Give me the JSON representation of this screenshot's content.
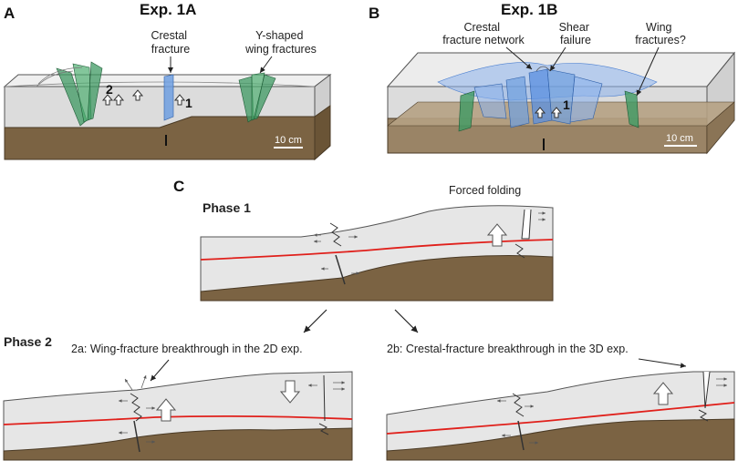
{
  "panels": {
    "a": {
      "letter": "A",
      "title": "Exp. 1A",
      "crestal_label": [
        "Crestal",
        "fracture"
      ],
      "wing_label": [
        "Y-shaped",
        "wing fractures"
      ],
      "num_1": "1",
      "num_2": "2",
      "scale": "10 cm"
    },
    "b": {
      "letter": "B",
      "title": "Exp. 1B",
      "network_label": [
        "Crestal",
        "fracture network"
      ],
      "shear_label": [
        "Shear",
        "failure"
      ],
      "wing_label": [
        "Wing",
        "fractures?"
      ],
      "num_1": "1",
      "scale": "10 cm"
    },
    "c": {
      "letter": "C",
      "phase1": "Phase 1",
      "forced_folding": "Forced folding",
      "phase2": "Phase 2",
      "label_2a": "2a: Wing-fracture breakthrough in the 2D exp.",
      "label_2b": "2b: Crestal-fracture breakthrough in the 3D exp."
    }
  },
  "colors": {
    "sand": "#e6e6e6",
    "basement": "#7b6343",
    "marker": "#e0201b",
    "crestal_blue": "#6f9fe0",
    "wing_green": "#3f9a63"
  }
}
